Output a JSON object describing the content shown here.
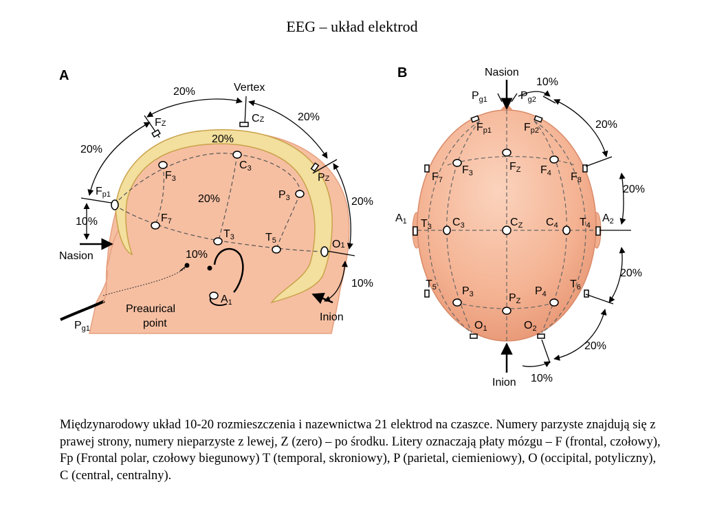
{
  "slide": {
    "title": "EEG – układ elektrod",
    "caption": "Międzynarodowy układ 10-20 rozmieszczenia i nazewnictwa 21 elektrod na czaszce. Numery parzyste znajdują się z prawej strony, numery nieparzyste z lewej, Z (zero) – po środku. Litery oznaczają płaty mózgu – F (frontal, czołowy), Fp (Frontal polar, czołowy biegunowy) T (temporal, skroniowy), P (parietal, ciemieniowy), O (occipital, potyliczny), C (central, centralny)."
  },
  "panel_a": {
    "letter": "A",
    "vertex": "Vertex",
    "nasion": "Nasion",
    "inion": "Inion",
    "preaurical_1": "Preaurical",
    "preaurical_2": "point",
    "pct_20_top_left": "20%",
    "pct_20_top_right": "20%",
    "pct_20_left": "20%",
    "pct_20_right": "20%",
    "pct_20_inner_top": "20%",
    "pct_20_inner_mid": "20%",
    "pct_10_nasion": "10%",
    "pct_10_ear": "10%",
    "pct_10_inion": "10%",
    "fz": "F",
    "fz_sub": "Z",
    "cz": "C",
    "cz_sub": "Z",
    "pz": "P",
    "pz_sub": "Z",
    "fp1": "F",
    "fp1_sub": "p1",
    "o1": "O",
    "o1_sub": "1",
    "f3": "F",
    "f3_sub": "3",
    "c3": "C",
    "c3_sub": "3",
    "p3": "P",
    "p3_sub": "3",
    "f7": "F",
    "f7_sub": "7",
    "t3": "T",
    "t3_sub": "3",
    "t5": "T",
    "t5_sub": "5",
    "a1": "A",
    "a1_sub": "1",
    "pg1": "P",
    "pg1_sub": "g1"
  },
  "panel_b": {
    "letter": "B",
    "nasion": "Nasion",
    "inion": "Inion",
    "pct_10_top": "10%",
    "pct_20_r1": "20%",
    "pct_20_r2": "20%",
    "pct_20_r3": "20%",
    "pct_20_r4": "20%",
    "pct_10_bottom": "10%",
    "pg1": "P",
    "pg1_sub": "g1",
    "pg2": "P",
    "pg2_sub": "g2",
    "fp1": "F",
    "fp1_sub": "p1",
    "fp2": "F",
    "fp2_sub": "p2",
    "f7": "F",
    "f7_sub": "7",
    "f3": "F",
    "f3_sub": "3",
    "fz": "F",
    "fz_sub": "Z",
    "f4": "F",
    "f4_sub": "4",
    "f8": "F",
    "f8_sub": "8",
    "a1": "A",
    "a1_sub": "1",
    "t3": "T",
    "t3_sub": "3",
    "c3": "C",
    "c3_sub": "3",
    "cz": "C",
    "cz_sub": "Z",
    "c4": "C",
    "c4_sub": "4",
    "t4": "T",
    "t4_sub": "4",
    "a2": "A",
    "a2_sub": "2",
    "t5": "T",
    "t5_sub": "5",
    "p3": "P",
    "p3_sub": "3",
    "pz": "P",
    "pz_sub": "Z",
    "p4": "P",
    "p4_sub": "4",
    "t6": "T",
    "t6_sub": "6",
    "o1": "O",
    "o1_sub": "1",
    "o2": "O",
    "o2_sub": "2"
  },
  "colors": {
    "skin": "#f6bfa2",
    "skin_dark": "#e08a6a",
    "bone": "#f3df9e",
    "bone_edge": "#c9a24a"
  }
}
